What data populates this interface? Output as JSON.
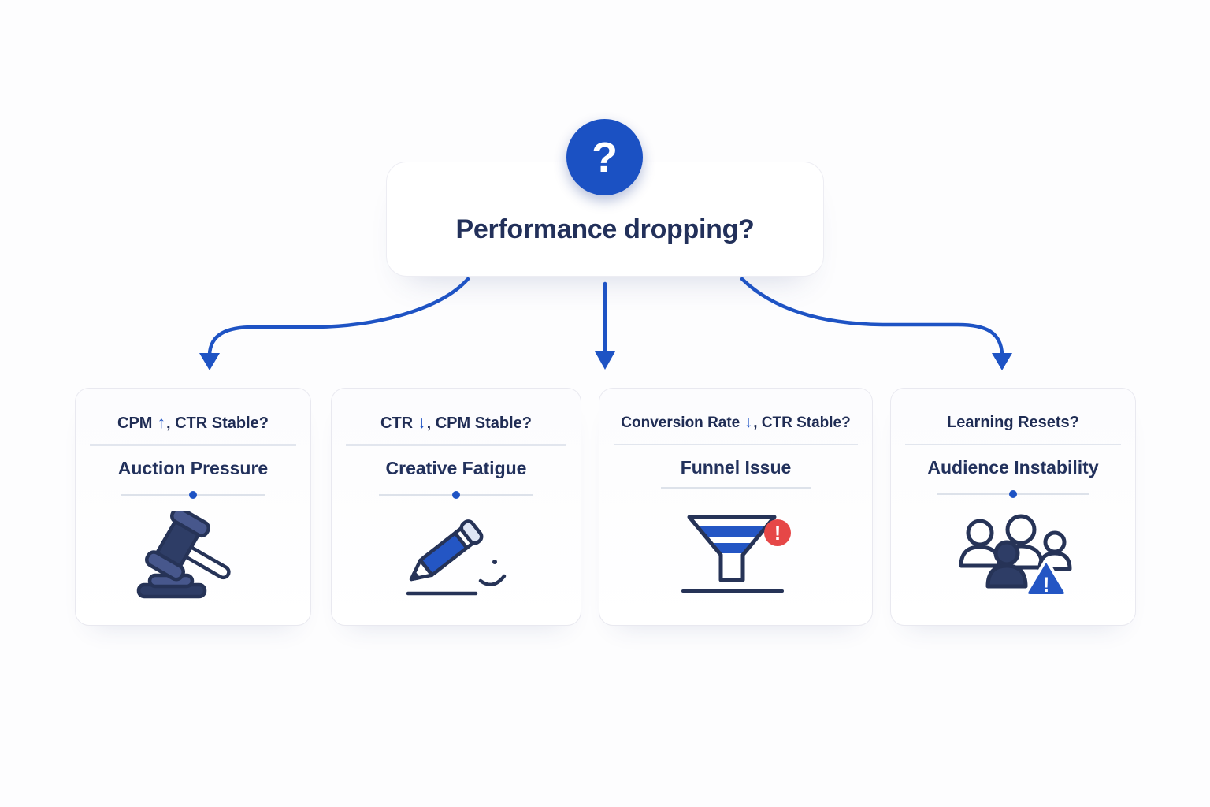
{
  "root": {
    "title": "Performance dropping?",
    "badge_glyph": "?"
  },
  "icons": {
    "alert_glyph": "!"
  },
  "cards": [
    {
      "condition_prefix": "CPM",
      "arrow_glyph": "↑",
      "condition_suffix": ", CTR Stable?",
      "cause": "Auction Pressure",
      "icon": "gavel-icon"
    },
    {
      "condition_prefix": "CTR",
      "arrow_glyph": "↓",
      "condition_suffix": ", CPM Stable?",
      "cause": "Creative Fatigue",
      "icon": "pencil-icon"
    },
    {
      "condition_prefix": "Conversion Rate",
      "arrow_glyph": "↓",
      "condition_suffix": ", CTR Stable?",
      "cause": "Funnel Issue",
      "icon": "funnel-alert-icon"
    },
    {
      "condition_prefix": "Learning Resets?",
      "arrow_glyph": "",
      "condition_suffix": "",
      "cause": "Audience Instability",
      "icon": "audience-warning-icon"
    }
  ],
  "colors": {
    "accent_blue": "#1e53c4",
    "navy_text": "#22315c",
    "alert_red": "#e64747"
  }
}
